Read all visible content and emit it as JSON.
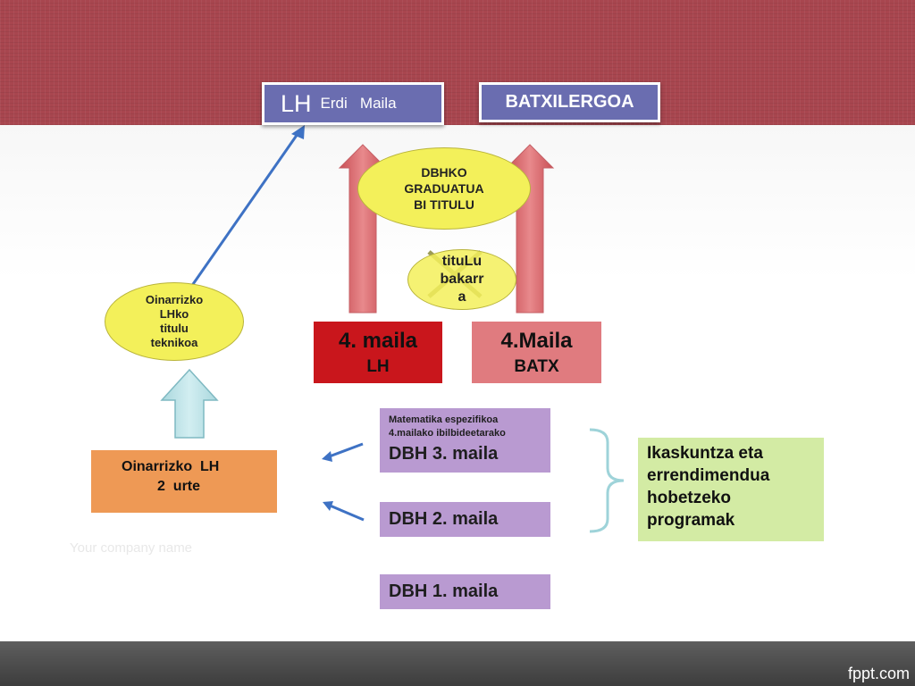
{
  "header": {
    "lh_big": "LH",
    "lh_small": "Erdi   Maila",
    "batx": "BATXILERGOA"
  },
  "ellipses": {
    "dbhko": [
      "DBHKO",
      "GRADUATUA",
      "BI TITULU"
    ],
    "titulu": [
      "tituLu",
      "bakarr",
      "a"
    ],
    "oinarrizko": [
      "Oinarrizko",
      "LHko",
      "titulu",
      "teknikoa"
    ]
  },
  "levels": {
    "maila4_lh": {
      "line1": "4. maila",
      "line2": "LH"
    },
    "maila4_batx": {
      "line1": "4.Maila",
      "line2": "BATX"
    },
    "dbh3": {
      "note1": "Matematika espezifikoa",
      "note2": "4.mailako ibilbideetarako",
      "label": "DBH 3. maila"
    },
    "dbh2": "DBH 2. maila",
    "dbh1": "DBH 1. maila"
  },
  "oinarrizko_lh": {
    "line1": "Oinarrizko  LH",
    "line2": "2  urte"
  },
  "programs": [
    "Ikaskuntza eta",
    "errendimendua",
    "hobetzeko",
    "programak"
  ],
  "footer": {
    "company": "Your company name",
    "brand": "fppt.com"
  },
  "colors": {
    "header": "#6a6db0",
    "lh4": "#c9161c",
    "batx4": "#e07b7f",
    "orange": "#ee9955",
    "purple": "#b99ad1",
    "green": "#d3eba4",
    "ellipse": "#f3f05a"
  }
}
